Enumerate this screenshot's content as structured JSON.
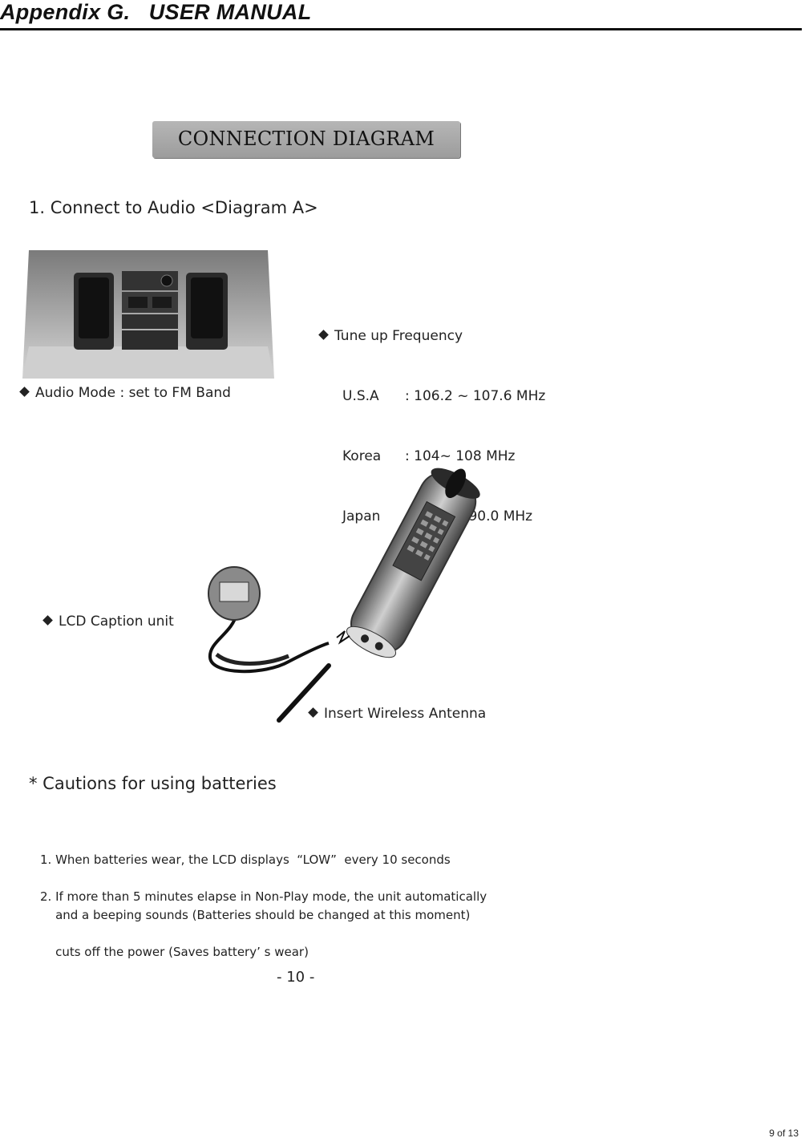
{
  "header": {
    "title": "Appendix G.   USER MANUAL"
  },
  "section": {
    "title": "CONNECTION DIAGRAM"
  },
  "step1": {
    "label": "1. Connect to Audio <Diagram A>"
  },
  "tune": {
    "heading": "Tune up Frequency",
    "rows": [
      {
        "region": "U.S.A",
        "sep": ":",
        "range": "106.2 ~ 107.6 MHz"
      },
      {
        "region": "Korea",
        "sep": ":",
        "range": "104~ 108 MHz"
      },
      {
        "region": "Japan",
        "sep": ":",
        "range": "87.6 ~  90.0 MHz"
      }
    ]
  },
  "audio_mode": "Audio Mode : set to FM Band",
  "lcd_caption": "LCD Caption unit",
  "antenna": "Insert Wireless Antenna",
  "cautions": {
    "title": "* Cautions for using batteries",
    "items": [
      {
        "line1": "1. When batteries wear, the LCD displays  “LOW”  every 10 seconds",
        "line2": "    and a beeping sounds (Batteries should be changed at this moment)"
      },
      {
        "line1": "2. If more than 5 minutes elapse in Non-Play mode, the unit automatically",
        "line2": "    cuts off the power (Saves battery’ s wear)"
      }
    ]
  },
  "page_number": "- 10 -",
  "footer": "9 of 13"
}
